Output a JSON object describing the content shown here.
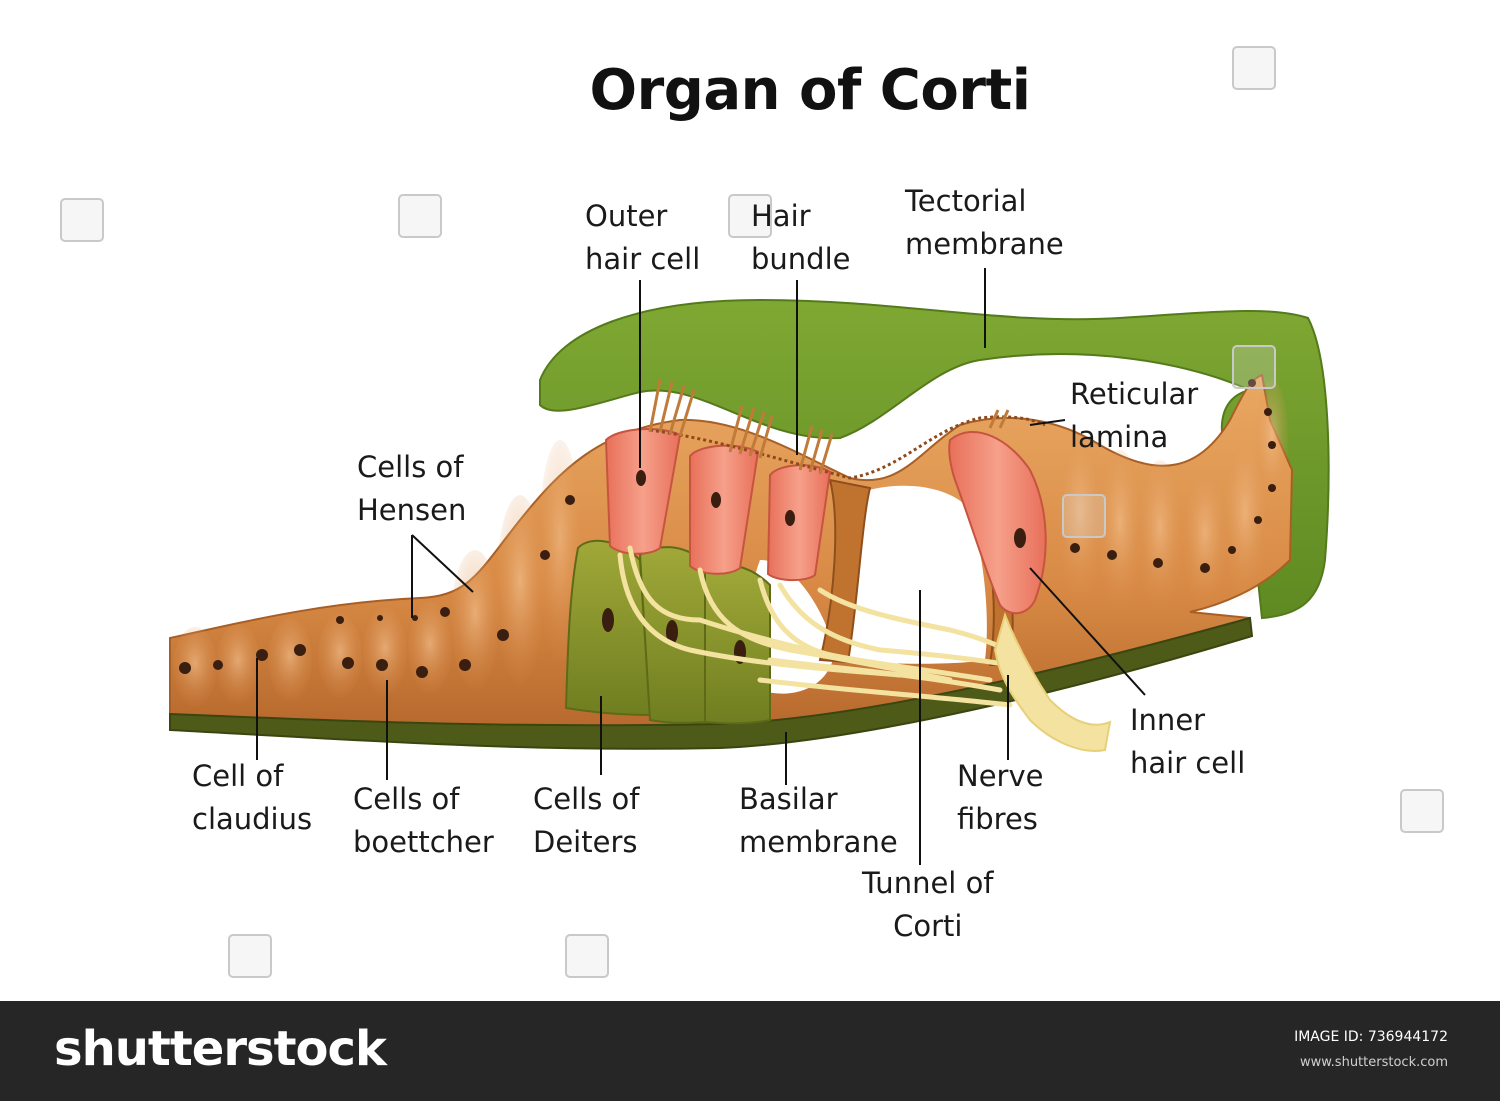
{
  "title": "Organ of Corti",
  "labels": {
    "outer_hair_cell": [
      "Outer",
      "hair cell"
    ],
    "hair_bundle": [
      "Hair",
      "bundle"
    ],
    "tectorial_membrane": [
      "Tectorial",
      "membrane"
    ],
    "reticular_lamina": [
      "Reticular",
      "lamina"
    ],
    "cells_of_hensen": [
      "Cells of",
      "Hensen"
    ],
    "inner_hair_cell": [
      "Inner",
      "hair cell"
    ],
    "nerve_fibres": [
      "Nerve",
      "fibres"
    ],
    "cell_of_claudius": [
      "Cell of",
      "claudius"
    ],
    "cells_of_boettcher": [
      "Cells of",
      "boettcher"
    ],
    "cells_of_deiters": [
      "Cells of",
      "Deiters"
    ],
    "basilar_membrane": [
      "Basilar",
      "membrane"
    ],
    "tunnel_of_corti": [
      "Tunnel of",
      "Corti"
    ]
  },
  "footer": {
    "brand": "shutterstock",
    "image_id": "IMAGE ID: 736944172",
    "url": "www.shutterstock.com"
  },
  "colors": {
    "tectorial": "#6f9a2a",
    "tissue": "#d98a45",
    "basilar": "#4e5a18",
    "hair_cell": "#f28a70",
    "deiters": "#8a9a2a",
    "nerve": "#f3e2a0"
  }
}
